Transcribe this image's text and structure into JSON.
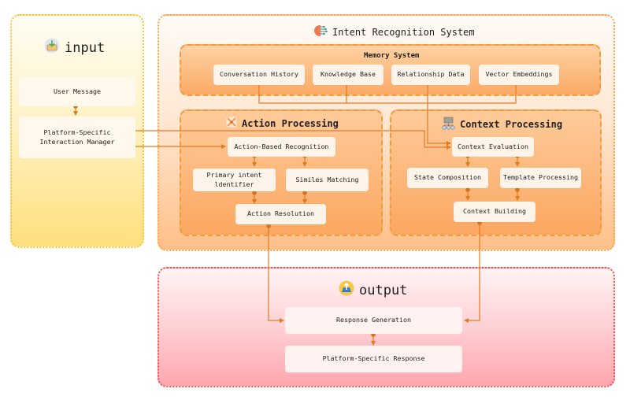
{
  "colors": {
    "connector": "#e07b24",
    "input_border": "#f6c544",
    "intent_border": "#f7a54d",
    "output_border": "#ef4f4f"
  },
  "clusters": {
    "input": {
      "title": "input",
      "icon": "inbox-tray-icon"
    },
    "intent": {
      "title": "Intent Recognition System",
      "icon": "brain-icon"
    },
    "memory": {
      "title": "Memory System"
    },
    "action": {
      "title": "Action Processing",
      "icon": "crossed-target-icon"
    },
    "context": {
      "title": "Context Processing",
      "icon": "hierarchy-icon"
    },
    "output": {
      "title": "output",
      "icon": "outbox-icon"
    }
  },
  "nodes": {
    "user_message": "User Message",
    "interaction_manager": "Platform-Specific\nInteraction Manager",
    "conversation_history": "Conversation History",
    "knowledge_base": "Knowledge Base",
    "relationship_data": "Relationship Data",
    "vector_embeddings": "Vector Embeddings",
    "action_based_recognition": "Action-Based Recognition",
    "primary_intent": "Primary intent\nldentifier",
    "similes_matching": "Similes Matching",
    "action_resolution": "Action Resolution",
    "context_evaluation": "Context Evaluation",
    "state_composition": "State Composition",
    "template_processing": "Template Processing",
    "context_building": "Context Building",
    "response_generation": "Response Generation",
    "platform_response": "Platform-Specific Response"
  },
  "edges": [
    [
      "user_message",
      "interaction_manager"
    ],
    [
      "interaction_manager",
      "action_based_recognition"
    ],
    [
      "interaction_manager",
      "context_evaluation"
    ],
    [
      "conversation_history",
      "context_evaluation"
    ],
    [
      "knowledge_base",
      "context_evaluation"
    ],
    [
      "relationship_data",
      "context_evaluation"
    ],
    [
      "vector_embeddings",
      "context_evaluation"
    ],
    [
      "action_based_recognition",
      "primary_intent"
    ],
    [
      "action_based_recognition",
      "similes_matching"
    ],
    [
      "primary_intent",
      "action_resolution"
    ],
    [
      "similes_matching",
      "action_resolution"
    ],
    [
      "context_evaluation",
      "state_composition"
    ],
    [
      "context_evaluation",
      "template_processing"
    ],
    [
      "state_composition",
      "context_building"
    ],
    [
      "template_processing",
      "context_building"
    ],
    [
      "action_resolution",
      "response_generation"
    ],
    [
      "context_building",
      "response_generation"
    ],
    [
      "response_generation",
      "platform_response"
    ]
  ]
}
